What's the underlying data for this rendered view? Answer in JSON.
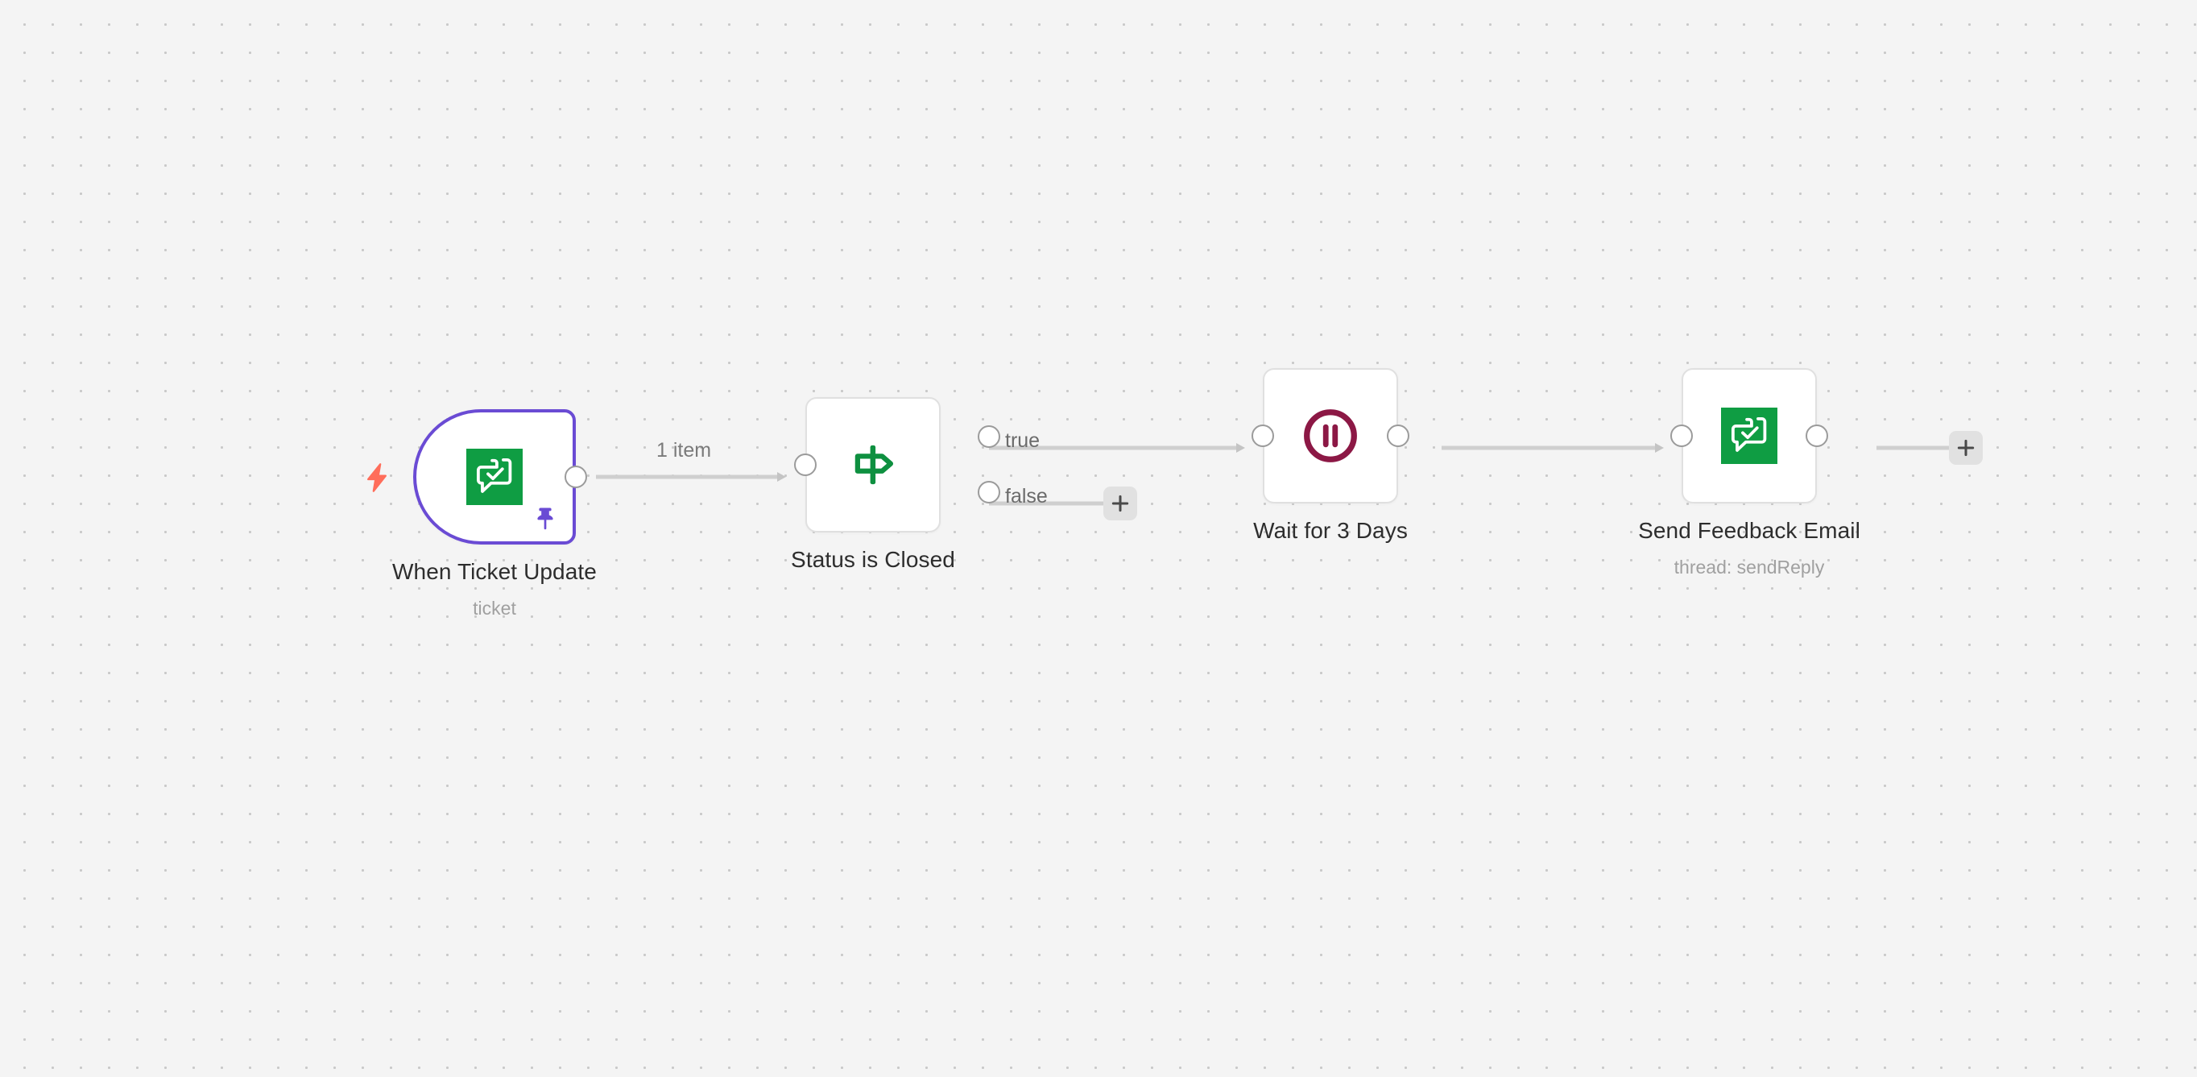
{
  "canvas": {
    "background_color": "#f4f4f4",
    "dot_color": "#c9c9c9",
    "title": "n8n workflow canvas"
  },
  "colors": {
    "trigger_border": "#6a4bd4",
    "pin": "#6a4bd4",
    "bolt": "#ff6d5a",
    "freshdesk_green": "#0f9d43",
    "signpost_green": "#0e9040",
    "wait_maroon": "#8c1845",
    "node_border": "#e0e0e0",
    "handle_border": "#9b9b9b",
    "edge": "#cfcfcf",
    "label_text": "#2d2d2d",
    "sub_text": "#a0a0a0",
    "plus_bg": "#e1e1e1"
  },
  "nodes": [
    {
      "id": "when-ticket-update",
      "label": "When Ticket Update",
      "subtitle": "ticket",
      "type": "trigger",
      "icon": "freshdesk-icon",
      "pinned": true,
      "has_trigger_bolt": true
    },
    {
      "id": "status-is-closed",
      "label": "Status is Closed",
      "subtitle": "",
      "type": "if",
      "icon": "signpost-icon",
      "outputs": [
        "true",
        "false"
      ]
    },
    {
      "id": "wait-for-3-days",
      "label": "Wait for 3 Days",
      "subtitle": "",
      "type": "wait",
      "icon": "pause-icon"
    },
    {
      "id": "send-feedback-email",
      "label": "Send Feedback Email",
      "subtitle": "thread: sendReply",
      "type": "action",
      "icon": "freshdesk-icon"
    }
  ],
  "edges": [
    {
      "id": "edge-trigger-to-if",
      "from": "when-ticket-update",
      "to": "status-is-closed",
      "label": "1 item"
    },
    {
      "id": "edge-if-true-to-wait",
      "from": "status-is-closed",
      "from_output": "true",
      "to": "wait-for-3-days",
      "label": ""
    },
    {
      "id": "edge-if-false-to-add",
      "from": "status-is-closed",
      "from_output": "false",
      "to": "add-node-false",
      "label": ""
    },
    {
      "id": "edge-wait-to-email",
      "from": "wait-for-3-days",
      "to": "send-feedback-email",
      "label": ""
    },
    {
      "id": "edge-email-to-add",
      "from": "send-feedback-email",
      "to": "add-node-end",
      "label": ""
    }
  ],
  "add_buttons": [
    {
      "id": "add-node-false",
      "label": "+"
    },
    {
      "id": "add-node-end",
      "label": "+"
    }
  ],
  "handles": {
    "true_label": "true",
    "false_label": "false"
  }
}
